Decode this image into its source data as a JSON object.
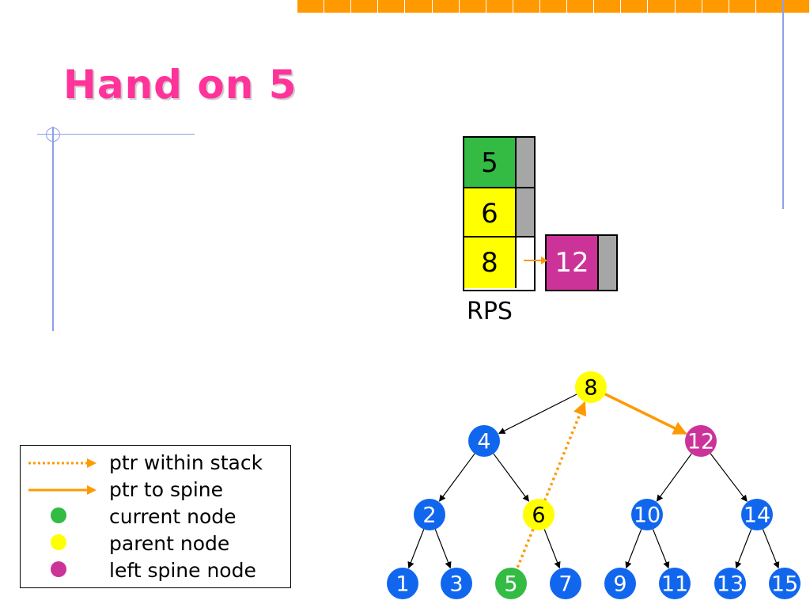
{
  "slide": {
    "title": "Hand on 5"
  },
  "colors": {
    "accent": "#ff9900",
    "title": "#ff3399",
    "current": "#33bb44",
    "parent": "#ffff00",
    "spine": "#cc3399",
    "regular": "#1166ee",
    "pointer_gray": "#a6a6a6"
  },
  "stack": {
    "label": "RPS",
    "entries": [
      {
        "value": "5",
        "role": "current",
        "pointer": "filled"
      },
      {
        "value": "6",
        "role": "parent",
        "pointer": "filled"
      },
      {
        "value": "8",
        "role": "parent",
        "pointer": "empty"
      }
    ],
    "spine_entry": {
      "value": "12",
      "role": "spine"
    }
  },
  "tree": {
    "nodes": [
      {
        "id": "8",
        "label": "8",
        "role": "parent"
      },
      {
        "id": "4",
        "label": "4",
        "role": "regular"
      },
      {
        "id": "12",
        "label": "12",
        "role": "spine"
      },
      {
        "id": "2",
        "label": "2",
        "role": "regular"
      },
      {
        "id": "6",
        "label": "6",
        "role": "parent"
      },
      {
        "id": "10",
        "label": "10",
        "role": "regular"
      },
      {
        "id": "14",
        "label": "14",
        "role": "regular"
      },
      {
        "id": "1",
        "label": "1",
        "role": "regular"
      },
      {
        "id": "3",
        "label": "3",
        "role": "regular"
      },
      {
        "id": "5",
        "label": "5",
        "role": "current"
      },
      {
        "id": "7",
        "label": "7",
        "role": "regular"
      },
      {
        "id": "9",
        "label": "9",
        "role": "regular"
      },
      {
        "id": "11",
        "label": "11",
        "role": "regular"
      },
      {
        "id": "13",
        "label": "13",
        "role": "regular"
      },
      {
        "id": "15",
        "label": "15",
        "role": "regular"
      }
    ],
    "edges": [
      [
        "8",
        "4"
      ],
      [
        "4",
        "2"
      ],
      [
        "4",
        "6"
      ],
      [
        "12",
        "10"
      ],
      [
        "12",
        "14"
      ],
      [
        "2",
        "1"
      ],
      [
        "2",
        "3"
      ],
      [
        "6",
        "7"
      ],
      [
        "10",
        "9"
      ],
      [
        "10",
        "11"
      ],
      [
        "14",
        "13"
      ],
      [
        "14",
        "15"
      ]
    ],
    "stack_pointers": [
      [
        "5",
        "8"
      ]
    ],
    "spine_pointers": [
      [
        "8",
        "12"
      ]
    ]
  },
  "legend": [
    {
      "symbol": "dotted-arrow",
      "label": "ptr within stack"
    },
    {
      "symbol": "solid-arrow",
      "label": "ptr to spine"
    },
    {
      "symbol": "dot-current",
      "label": "current node"
    },
    {
      "symbol": "dot-parent",
      "label": "parent node"
    },
    {
      "symbol": "dot-spine",
      "label": "left spine node"
    }
  ]
}
